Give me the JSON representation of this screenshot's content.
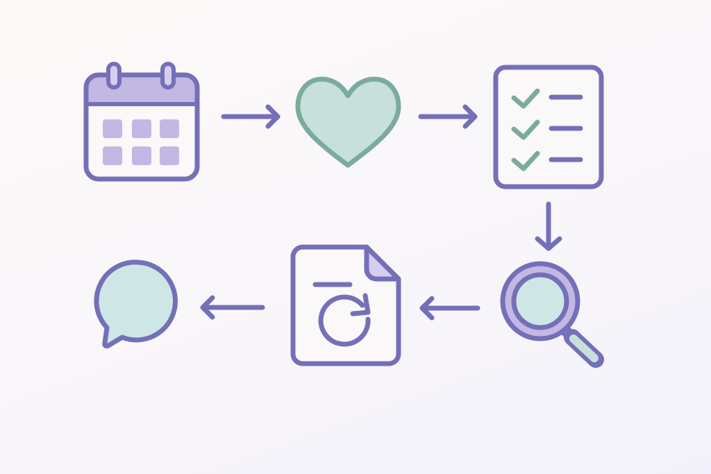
{
  "diagram": {
    "type": "process-flow",
    "layout": "two-row loop, top row left-to-right, then down, bottom row right-to-left",
    "colors": {
      "stroke_primary": "#7470b8",
      "fill_lavender": "#c3b7e3",
      "fill_lavender_light": "#d6cdef",
      "fill_card": "#faf8f8",
      "stroke_teal": "#7bab9f",
      "fill_mint": "#c8e0da",
      "fill_aqua": "#cfe6e6",
      "background": "#fbf8f9"
    },
    "nodes": [
      {
        "id": "calendar",
        "label": "Calendar",
        "icon": "calendar-icon",
        "position": "top-left"
      },
      {
        "id": "heart",
        "label": "Heart",
        "icon": "heart-icon",
        "position": "top-center"
      },
      {
        "id": "checklist",
        "label": "Checklist",
        "icon": "checklist-icon",
        "position": "top-right"
      },
      {
        "id": "search",
        "label": "Search / Review",
        "icon": "magnifier-icon",
        "position": "bottom-right"
      },
      {
        "id": "document-refresh",
        "label": "Document Update",
        "icon": "document-refresh-icon",
        "position": "bottom-center"
      },
      {
        "id": "chat",
        "label": "Chat / Feedback",
        "icon": "speech-bubble-icon",
        "position": "bottom-left"
      }
    ],
    "edges": [
      {
        "from": "calendar",
        "to": "heart",
        "direction": "right"
      },
      {
        "from": "heart",
        "to": "checklist",
        "direction": "right"
      },
      {
        "from": "checklist",
        "to": "search",
        "direction": "down"
      },
      {
        "from": "search",
        "to": "document-refresh",
        "direction": "left"
      },
      {
        "from": "document-refresh",
        "to": "chat",
        "direction": "left"
      }
    ]
  }
}
